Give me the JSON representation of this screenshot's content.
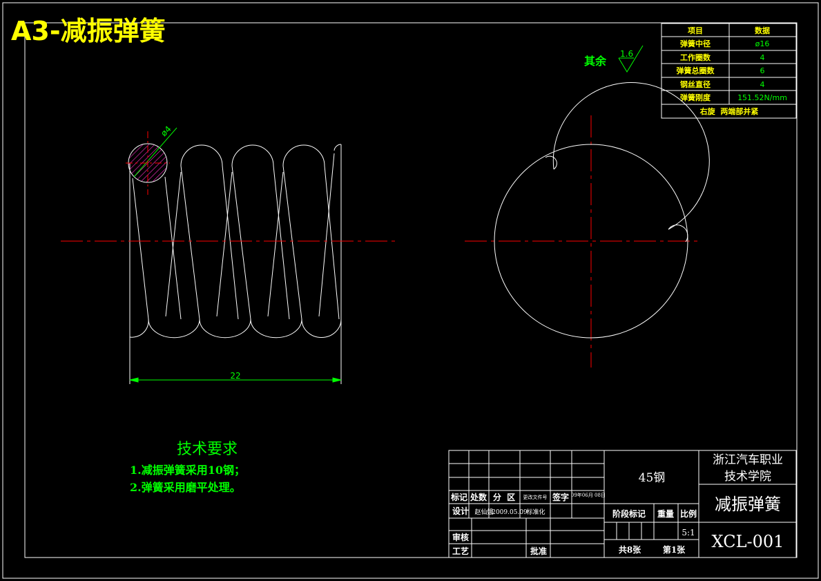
{
  "sheet": {
    "title": "A3-减振弹簧",
    "roughness_prefix": "其余",
    "roughness_value": "1.6"
  },
  "drawing": {
    "wire_diameter_label": "ø4",
    "length_label": "22"
  },
  "spec_table": {
    "header": [
      "项目",
      "数据"
    ],
    "rows": [
      [
        "弹簧中径",
        "ø16"
      ],
      [
        "工作圈数",
        "4"
      ],
      [
        "弹簧总圈数",
        "6"
      ],
      [
        "钢丝直径",
        "4"
      ],
      [
        "弹簧刚度",
        "151.52N/mm"
      ]
    ],
    "note": "右旋  两端部并紧"
  },
  "tech_req": {
    "title": "技术要求",
    "items": [
      "1.减振弹簧采用10钢；",
      "2.弹簧采用磨平处理。"
    ]
  },
  "title_block": {
    "material": "45钢",
    "company_line1": "浙江汽车职业",
    "company_line2": "技术学院",
    "part_name": "减振弹簧",
    "drawing_no": "XCL-001",
    "rev_headers": [
      "标记",
      "处数",
      "分  区",
      "更改文件号",
      "签字",
      "09年06月 08日"
    ],
    "design_label": "设计",
    "designer": "赵仙娥",
    "design_date": "2009.05.09",
    "standardize_label": "标准化",
    "review_label": "审核",
    "process_label": "工艺",
    "approve_label": "批准",
    "stage_label": "阶段标记",
    "weight_label": "重量",
    "scale_label": "比例",
    "scale_value": "5:1",
    "sheets_total": "共8张",
    "sheet_no": "第1张"
  }
}
